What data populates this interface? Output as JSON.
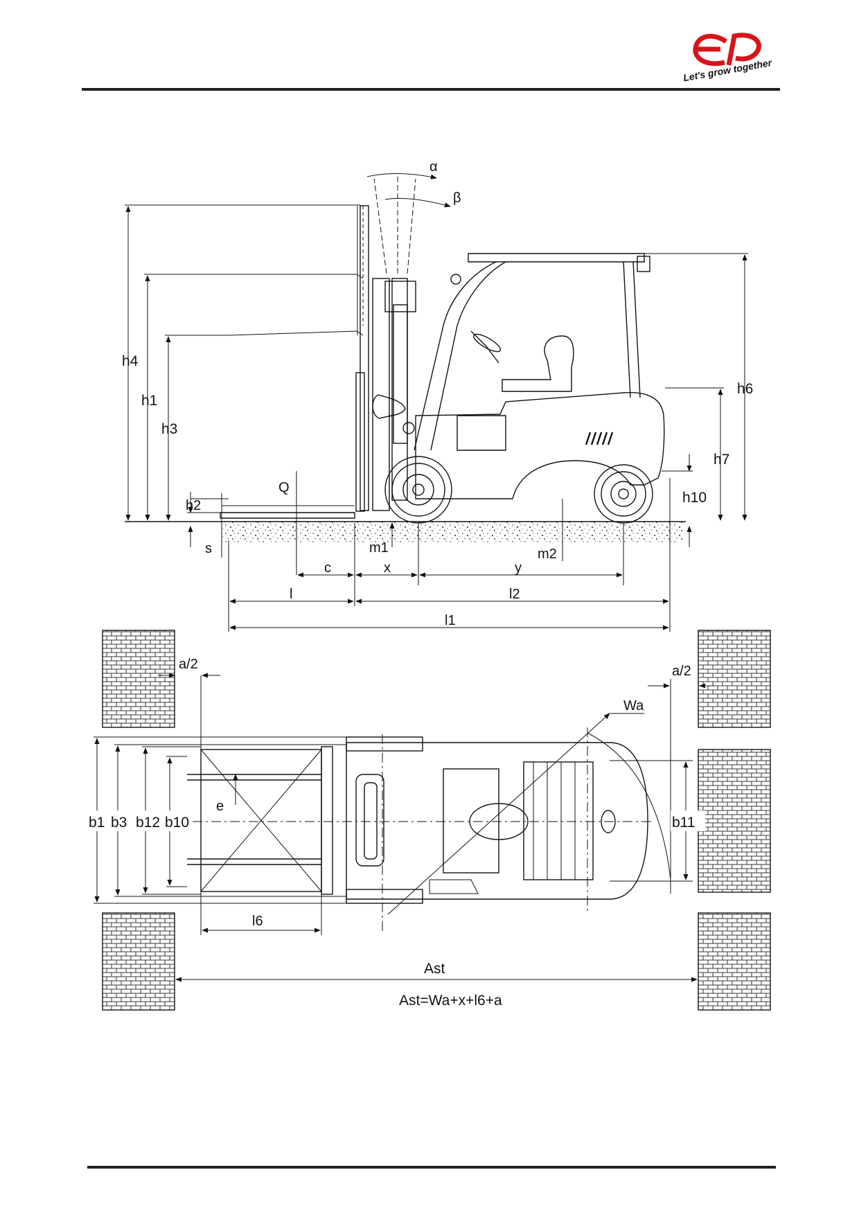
{
  "brand": {
    "logo_text": "EP",
    "tagline": "Let's grow together",
    "logo_color": "#d7141a"
  },
  "side_view": {
    "angles": [
      "α",
      "β"
    ],
    "left_dims": [
      "h4",
      "h1",
      "h3",
      "h2",
      "s"
    ],
    "right_dims": [
      "h6",
      "h7",
      "h10"
    ],
    "load_label": "Q",
    "clearance": [
      "m1",
      "m2"
    ],
    "bottom_dims": [
      "c",
      "x",
      "y",
      "l",
      "l2",
      "l1"
    ]
  },
  "top_view": {
    "offsets": [
      "a/2",
      "a/2"
    ],
    "turning_radius": "Wa",
    "width_dims": [
      "b1",
      "b3",
      "b12",
      "b10"
    ],
    "right_width": "b11",
    "fork_spacing": "e",
    "load_length": "l6",
    "aisle": "Ast",
    "formula": "Ast=Wa+x+l6+a"
  }
}
